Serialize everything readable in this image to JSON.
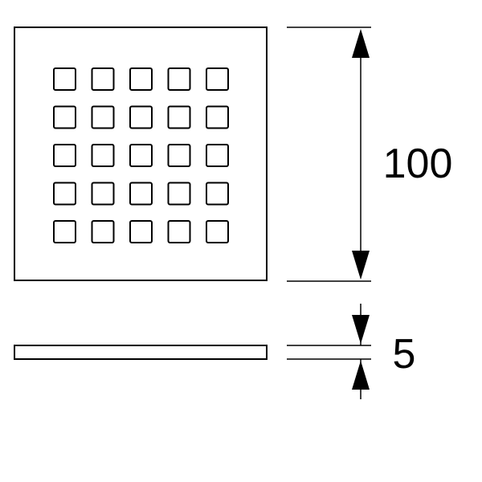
{
  "dimensions": {
    "height_label": "100",
    "thickness_label": "5"
  },
  "grate": {
    "hole_rows": 5,
    "hole_columns": 5
  },
  "colors": {
    "stroke": "#000000",
    "background": "#ffffff"
  }
}
